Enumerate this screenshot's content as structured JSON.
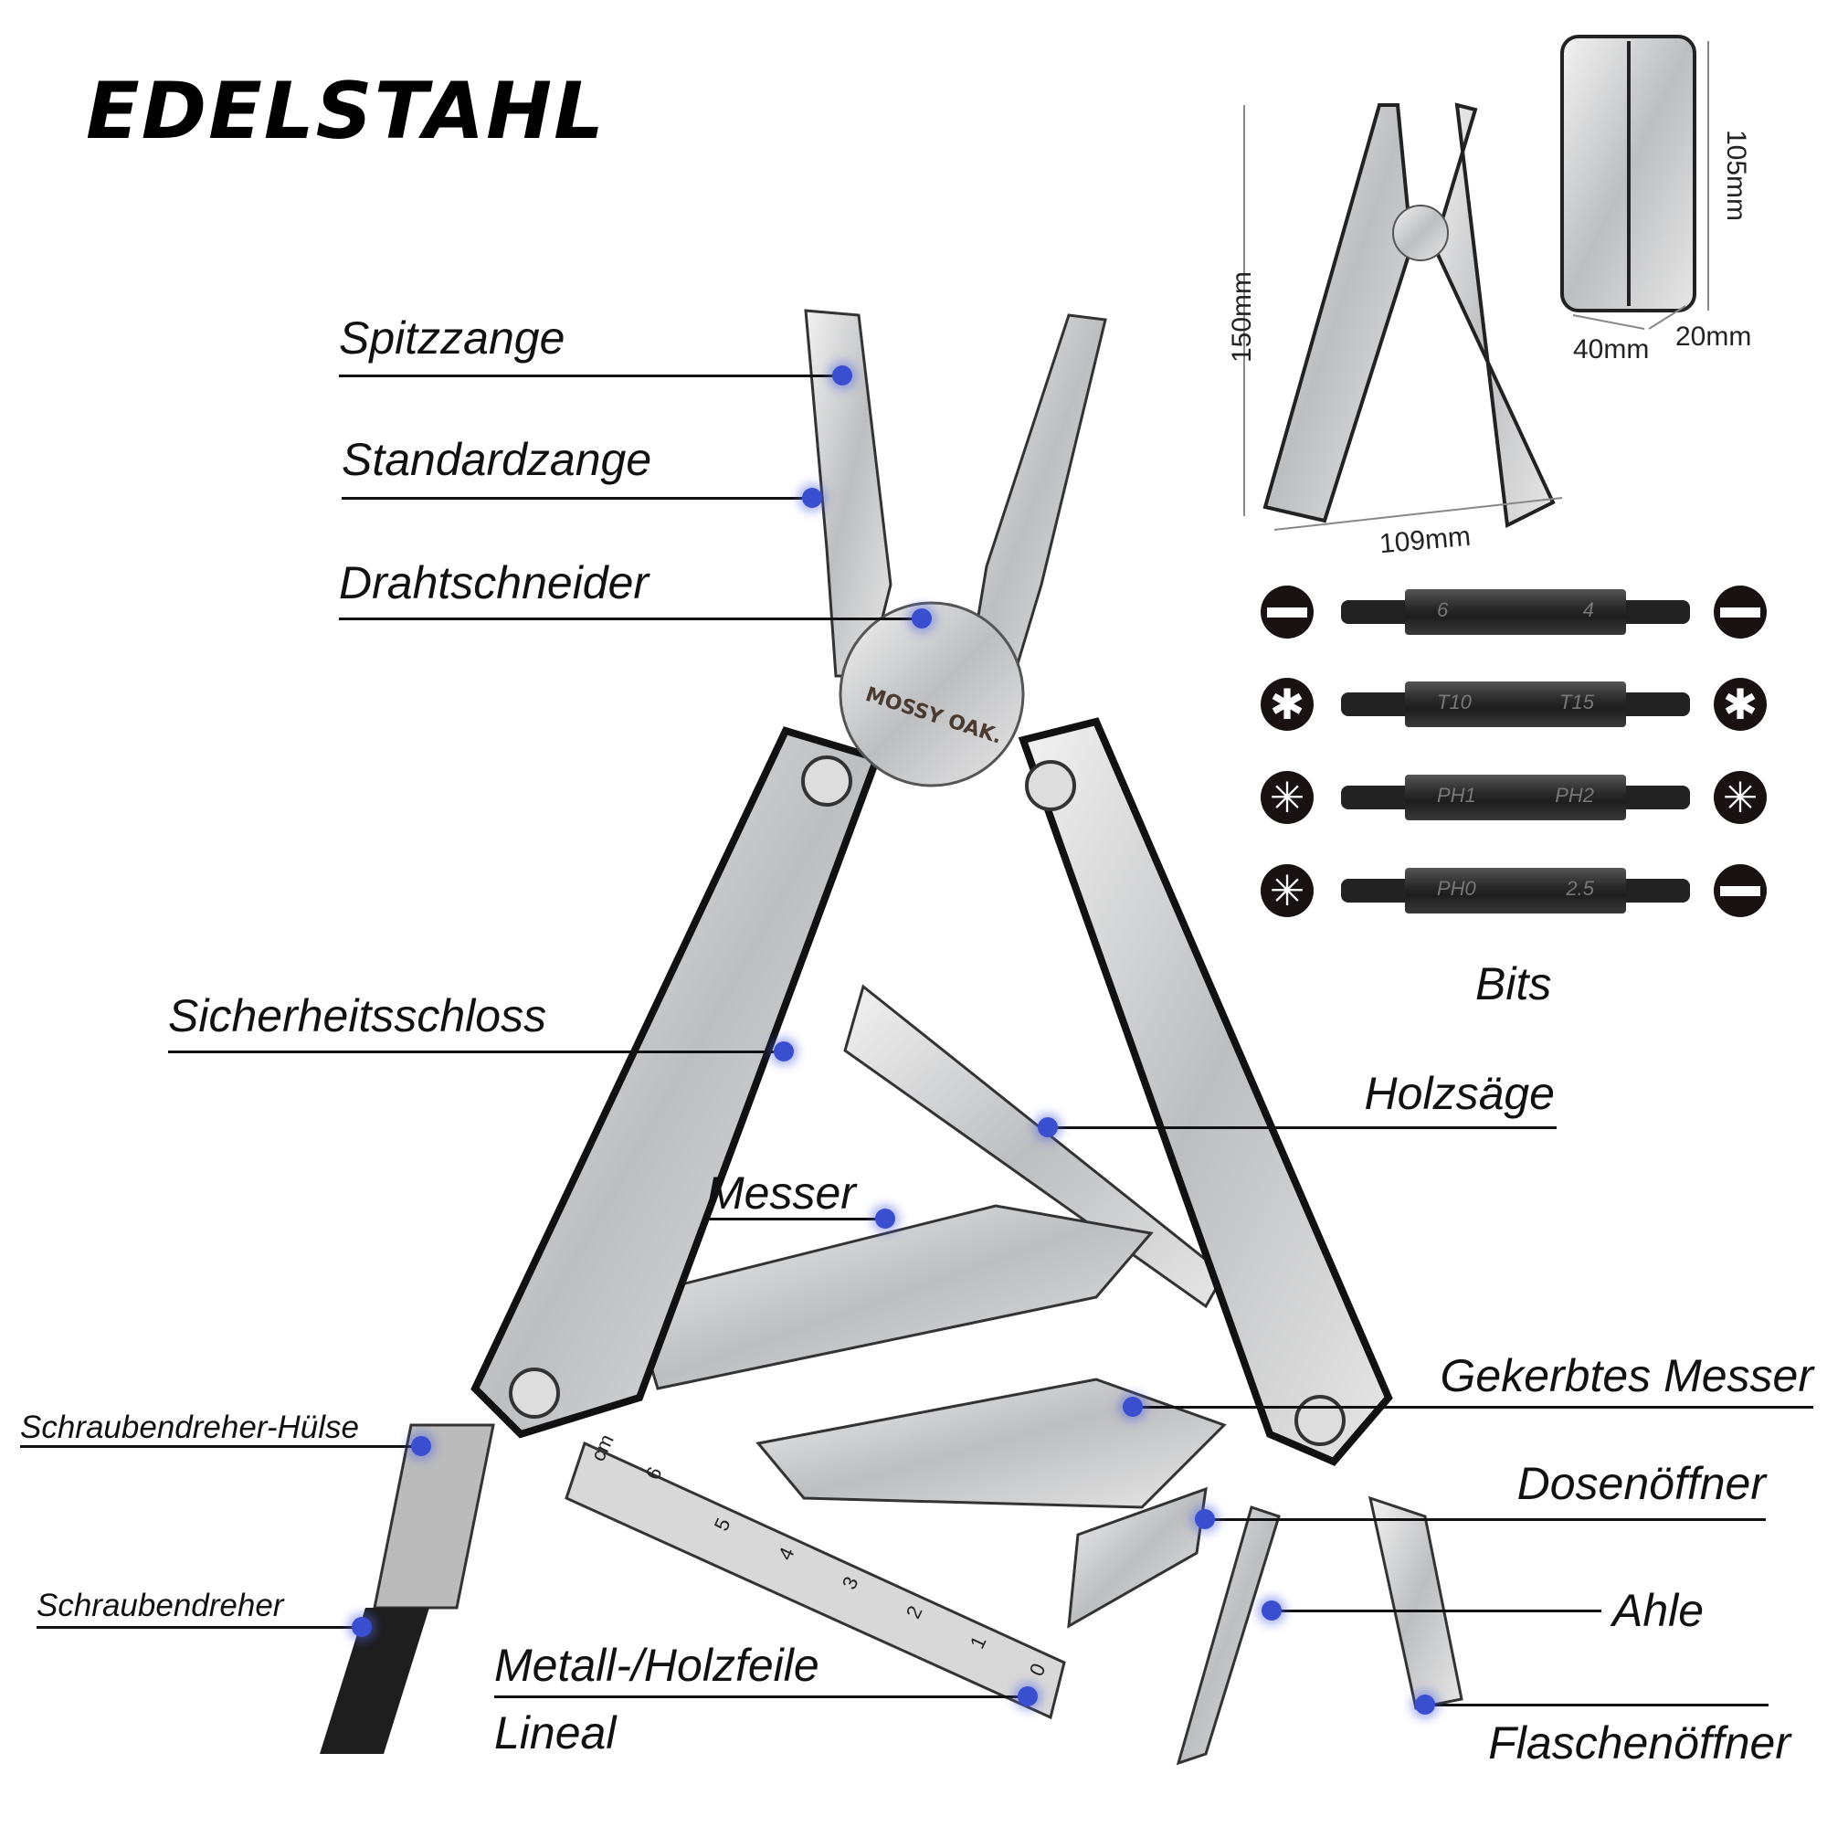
{
  "title": "EDELSTAHL",
  "brand_logo": "MOSSY OAK.",
  "labels": {
    "spitzzange": "Spitzzange",
    "standardzange": "Standardzange",
    "drahtschneider": "Drahtschneider",
    "sicherheitsschloss": "Sicherheitsschloss",
    "holzsaege": "Holzsäge",
    "messer": "Messer",
    "gekerbtes_messer": "Gekerbtes Messer",
    "dosenoeffner": "Dosenöffner",
    "ahle": "Ahle",
    "flaschenoeffner": "Flaschenöffner",
    "schraubendreher_huelse": "Schraubendreher-Hülse",
    "schraubendreher": "Schraubendreher",
    "feile": "Metall-/Holzfeile",
    "lineal": "Lineal"
  },
  "dimensions": {
    "open_height": "150mm",
    "open_width": "109mm",
    "closed_height": "105mm",
    "closed_width": "40mm",
    "closed_depth": "20mm"
  },
  "bits": {
    "caption": "Bits",
    "items": [
      {
        "left": "6",
        "right": "4",
        "left_icon": "slotted-icon",
        "right_icon": "slotted-icon"
      },
      {
        "left": "T10",
        "right": "T15",
        "left_icon": "torx-icon",
        "right_icon": "torx-icon"
      },
      {
        "left": "PH1",
        "right": "PH2",
        "left_icon": "phillips-icon",
        "right_icon": "phillips-icon"
      },
      {
        "left": "PH0",
        "right": "2.5",
        "left_icon": "phillips-icon",
        "right_icon": "slotted-icon"
      }
    ]
  },
  "ruler_marks": [
    "0",
    "1",
    "2",
    "3",
    "4",
    "5",
    "6",
    "cm"
  ],
  "colors": {
    "callout_dot": "#3a4fd0",
    "steel": "#c9cacc",
    "text": "#111111"
  }
}
